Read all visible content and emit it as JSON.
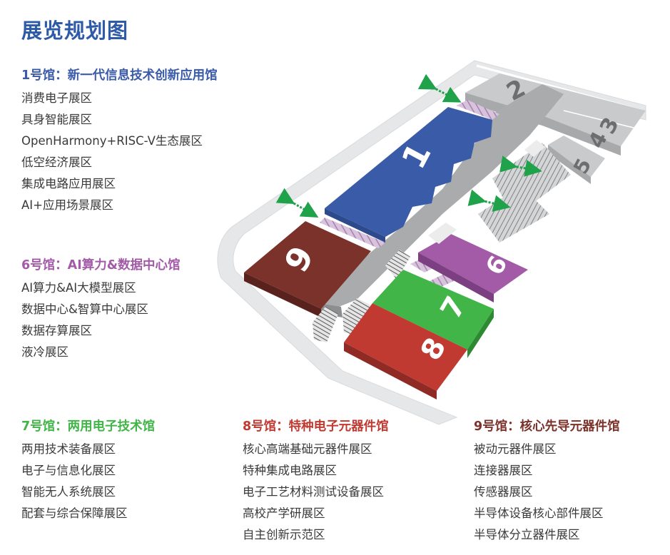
{
  "title": "展览规划图",
  "colors": {
    "title": "#2e5ba8",
    "hall1": "#3a5ba7",
    "hall6": "#a35ba8",
    "hall7": "#41b548",
    "hall8": "#c03a32",
    "hall9": "#7b322a",
    "grey_halls": "#c9cacb",
    "corridor": "#a9abac",
    "arrow": "#1fa24a"
  },
  "halls": [
    {
      "id": "hall1",
      "heading": "1号馆：新一代信息技术创新应用馆",
      "color": "#3a5ba7",
      "zones": [
        "消费电子展区",
        "具身智能展区",
        "OpenHarmony+RISC-V生态展区",
        "低空经济展区",
        "集成电路应用展区",
        "AI+应用场景展区"
      ]
    },
    {
      "id": "hall6",
      "heading": "6号馆：AI算力&数据中心馆",
      "color": "#a35ba8",
      "zones": [
        "AI算力&AI大模型展区",
        "数据中心&智算中心展区",
        "数据存算展区",
        "液冷展区"
      ]
    },
    {
      "id": "hall7",
      "heading": "7号馆：两用电子技术馆",
      "color": "#41b548",
      "zones": [
        "两用技术装备展区",
        "电子与信息化展区",
        "智能无人系统展区",
        "配套与综合保障展区"
      ]
    },
    {
      "id": "hall8",
      "heading": "8号馆：特种电子元器件馆",
      "color": "#c03a32",
      "zones": [
        "核心高端基础元器件展区",
        "特种集成电路展区",
        "电子工艺材料测试设备展区",
        "高校产学研展区",
        "自主创新示范区"
      ]
    },
    {
      "id": "hall9",
      "heading": "9号馆：核心先导元器件馆",
      "color": "#7b322a",
      "zones": [
        "被动元器件展区",
        "连接器展区",
        "传感器展区",
        "半导体设备核心部件展区",
        "半导体分立器件展区"
      ]
    }
  ],
  "map_labels": {
    "hall1": "1",
    "hall2": "2",
    "hall3": "3",
    "hall4": "4",
    "hall5": "5",
    "hall6": "6",
    "hall7": "7",
    "hall8": "8",
    "hall9": "9"
  }
}
